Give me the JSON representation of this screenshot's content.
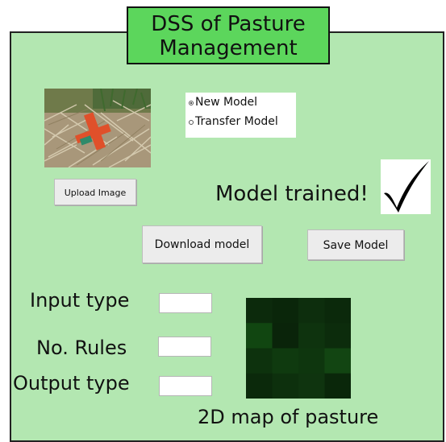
{
  "app": {
    "title_line1": "DSS of Pasture",
    "title_line2": "Management"
  },
  "image_panel": {
    "upload_label": "Upload Image"
  },
  "model_options": {
    "options": [
      {
        "label": "New Model",
        "selected": true
      },
      {
        "label": "Transfer Model",
        "selected": false
      }
    ]
  },
  "status": {
    "message": "Model trained!",
    "icon": "checkmark-icon"
  },
  "actions": {
    "download_label": "Download model",
    "save_label": "Save Model"
  },
  "fields": {
    "input_type": {
      "label": "Input type",
      "value": ""
    },
    "no_rules": {
      "label": "No. Rules",
      "value": ""
    },
    "output_type": {
      "label": "Output type",
      "value": ""
    }
  },
  "map": {
    "caption": "2D map of pasture",
    "grid": [
      [
        "#0c2a0c",
        "#0a260a",
        "#0d2e0d",
        "#0b290b"
      ],
      [
        "#114611",
        "#0a240a",
        "#0e330e",
        "#0c2c0c"
      ],
      [
        "#0d320d",
        "#0f3a0f",
        "#0e360e",
        "#124512"
      ],
      [
        "#0b290b",
        "#0d300d",
        "#0f340f",
        "#0a270a"
      ]
    ]
  },
  "colors": {
    "panel_bg": "#b3e7b1",
    "title_bg": "#5cd65c",
    "button_bg": "#ececec"
  }
}
